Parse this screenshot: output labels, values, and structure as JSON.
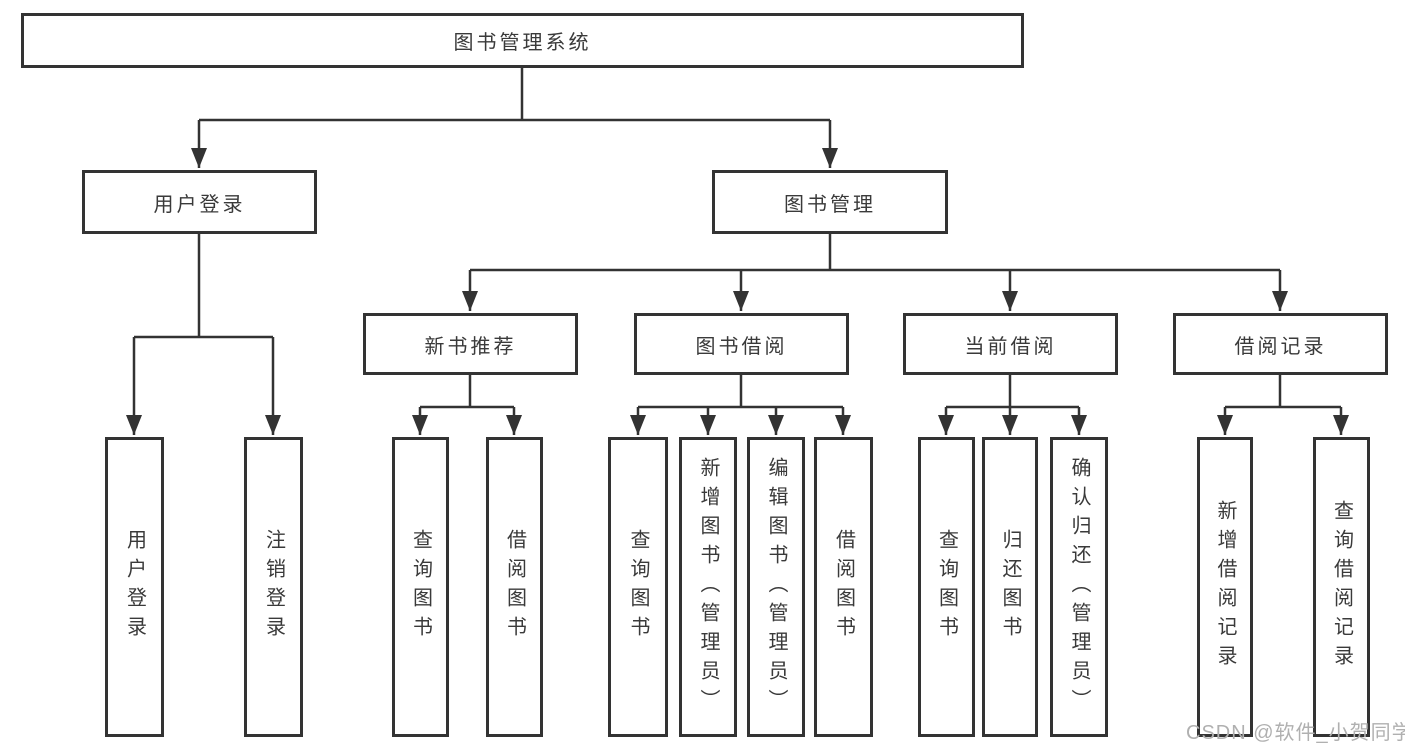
{
  "diagram": {
    "root": {
      "label": "图书管理系统"
    },
    "level2": [
      {
        "id": "user-login",
        "label": "用户登录"
      },
      {
        "id": "book-mgmt",
        "label": "图书管理"
      }
    ],
    "level3": [
      {
        "id": "new-book-rec",
        "label": "新书推荐"
      },
      {
        "id": "book-borrow",
        "label": "图书借阅"
      },
      {
        "id": "current-borrow",
        "label": "当前借阅"
      },
      {
        "id": "borrow-records",
        "label": "借阅记录"
      }
    ],
    "leaves": {
      "user_login": [
        {
          "label": "用户登录"
        },
        {
          "label": "注销登录"
        }
      ],
      "new_book_rec": [
        {
          "label": "查询图书"
        },
        {
          "label": "借阅图书"
        }
      ],
      "book_borrow": [
        {
          "label": "查询图书"
        },
        {
          "label": "新增图书（管理员）"
        },
        {
          "label": "编辑图书（管理员）"
        },
        {
          "label": "借阅图书"
        }
      ],
      "current_borrow": [
        {
          "label": "查询图书"
        },
        {
          "label": "归还图书"
        },
        {
          "label": "确认归还（管理员）"
        }
      ],
      "borrow_records": [
        {
          "label": "新增借阅记录"
        },
        {
          "label": "查询借阅记录"
        }
      ]
    },
    "watermark": "CSDN @软件_小贺同学",
    "colors": {
      "line": "#333333",
      "box_border": "#333333",
      "text": "#3a3a3a",
      "watermark": "#b0b0b0",
      "background": "#ffffff"
    }
  }
}
